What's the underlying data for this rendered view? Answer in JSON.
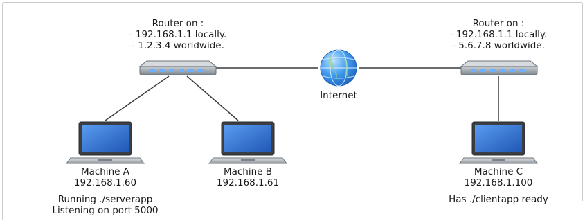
{
  "router_left": {
    "title": "Router on :",
    "local": "- 192.168.1.1 locally.",
    "world": "- 1.2.3.4 worldwide."
  },
  "router_right": {
    "title": "Router on :",
    "local": "- 192.168.1.1 locally.",
    "world": "- 5.6.7.8 worldwide."
  },
  "internet": {
    "label": "Internet"
  },
  "machine_a": {
    "name": "Machine A",
    "ip": "192.168.1.60",
    "note_1": "Running ./serverapp",
    "note_2": "Listening on port 5000"
  },
  "machine_b": {
    "name": "Machine B",
    "ip": "192.168.1.61"
  },
  "machine_c": {
    "name": "Machine C",
    "ip": "192.168.1.100",
    "note_1": "Has ./clientapp ready"
  },
  "colors": {
    "link": "#3a3a3a",
    "device_body": "#9aa1a8",
    "screen": "#2f6fd1",
    "port_light": "#6fb0ff",
    "globe": "#2f8ee6"
  }
}
